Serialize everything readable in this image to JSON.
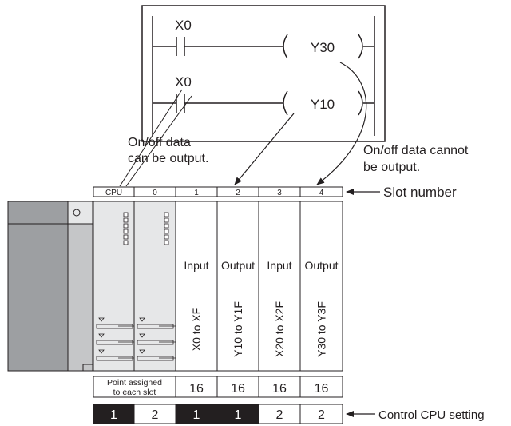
{
  "ladder": {
    "rung1": {
      "contact": "X0",
      "coil": "Y30"
    },
    "rung2": {
      "contact": "X0",
      "coil": "Y10"
    }
  },
  "annotations": {
    "can_output_line1": "On/off data",
    "can_output_line2": "can be output.",
    "cannot_output_line1": "On/off data cannot",
    "cannot_output_line2": "be output.",
    "slot_number": "Slot number",
    "control_cpu_setting": "Control CPU setting"
  },
  "slots": [
    "CPU",
    "0",
    "1",
    "2",
    "3",
    "4"
  ],
  "modules": [
    {
      "slot": "1",
      "type": "Input",
      "range": "X0 to XF"
    },
    {
      "slot": "2",
      "type": "Output",
      "range": "Y10 to Y1F"
    },
    {
      "slot": "3",
      "type": "Input",
      "range": "X20 to X2F"
    },
    {
      "slot": "4",
      "type": "Output",
      "range": "Y30 to Y3F"
    }
  ],
  "points": {
    "label_line1": "Point assigned",
    "label_line2": "to each slot",
    "values": [
      "16",
      "16",
      "16",
      "16"
    ]
  },
  "control_cpu": {
    "values": [
      "1",
      "2",
      "1",
      "1",
      "2",
      "2"
    ],
    "highlighted": [
      true,
      false,
      true,
      true,
      false,
      false
    ]
  },
  "colors": {
    "dark": "#231f20",
    "gray": "#9d9fa2",
    "light_gray": "#e6e7e8",
    "white": "#ffffff"
  }
}
